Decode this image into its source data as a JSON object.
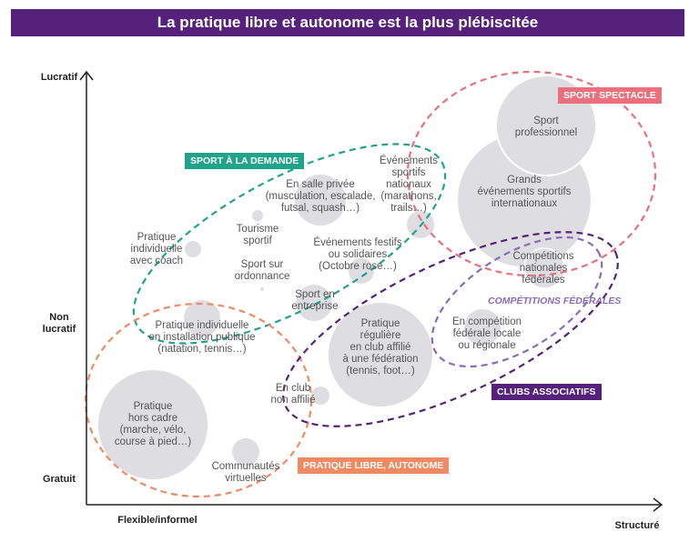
{
  "title": "La pratique libre et autonome est la plus plébiscitée",
  "axes": {
    "y_top": "Lucratif",
    "y_mid": "Non lucratif",
    "y_bottom": "Gratuit",
    "x_left": "Flexible/informel",
    "x_right": "Structuré"
  },
  "groups": {
    "sport_demande": {
      "label": "SPORT À LA DEMANDE",
      "color": "#1fa38b"
    },
    "sport_spectacle": {
      "label": "SPORT SPECTACLE",
      "color": "#e9707c"
    },
    "competitions": {
      "label": "COMPÉTITIONS FÉDÉRALES",
      "color": "#8a6bb8"
    },
    "clubs": {
      "label": "CLUBS ASSOCIATIFS",
      "color": "#55217a"
    },
    "libre": {
      "label": "PRATIQUE LIBRE, AUTONOME",
      "color": "#ef8a62"
    }
  },
  "items": {
    "hors_cadre": "Pratique\nhors cadre\n(marche, vélo,\ncourse à pied…)",
    "communautes": "Communautés\nvirtuelles",
    "installation": "Pratique individuelle\nen installation publique\n(natation, tennis…)",
    "coach": "Pratique\nindividuelle\navec coach",
    "tourisme": "Tourisme\nsportif",
    "ordonnance": "Sport sur\nordonnance",
    "salle": "En salle privée\n(musculation, escalade,\nfutsal, squash…)",
    "festifs": "Événements festifs\nou solidaires\n(Octobre rose…)",
    "entreprise": "Sport en\nentreprise",
    "club_affilie": "Pratique\nrégulière\nen club affilié\nà une fédération\n(tennis, foot…)",
    "non_affilie": "En club\nnon affilié",
    "nationaux": "Événements\nsportifs\nnationaux\n(marathons,\ntrails…)",
    "grands": "Grands\névénements sportifs\ninternationaux",
    "pro": "Sport\nprofessionnel",
    "nat_fed": "Compétitions\nnationales\nfédérales",
    "locale": "En compétition\nfédérale locale\nou régionale"
  }
}
